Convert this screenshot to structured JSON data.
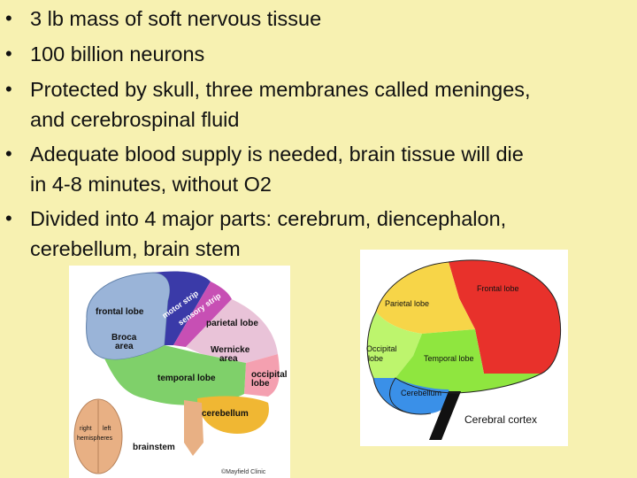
{
  "bullets": [
    {
      "lines": [
        "3 lb mass of soft nervous tissue"
      ]
    },
    {
      "lines": [
        "100 billion neurons"
      ]
    },
    {
      "lines": [
        "Protected by skull, three membranes called meninges,",
        "and cerebrospinal fluid"
      ]
    },
    {
      "lines": [
        "Adequate blood supply is needed, brain tissue will die",
        "in 4-8 minutes, without O2"
      ]
    },
    {
      "lines": [
        "Divided into 4 major parts: cerebrum, diencephalon,",
        "cerebellum, brain stem"
      ]
    }
  ],
  "bullet_symbol": "•",
  "figure_left": {
    "labels": {
      "frontal": "frontal lobe",
      "motor": "motor strip",
      "sensory": "sensory strip",
      "parietal": "parietal lobe",
      "broca": "Broca",
      "broca2": "area",
      "wernicke": "Wernicke",
      "wernicke2": "area",
      "occipital": "occipital",
      "occipital2": "lobe",
      "temporal": "temporal lobe",
      "cerebellum": "cerebellum",
      "brainstem": "brainstem",
      "right": "right",
      "left": "left",
      "hemispheres": "hemispheres",
      "credit": "©Mayfield Clinic"
    },
    "colors": {
      "frontal": "#9ab4d8",
      "motor": "#3a3aa8",
      "sensory": "#c74fb4",
      "parietal": "#e9c3d8",
      "temporal": "#7fd06a",
      "occipital": "#f4a0b0",
      "cerebellum": "#f0b733",
      "brainstem": "#e8b084"
    }
  },
  "figure_right": {
    "labels": {
      "frontal": "Frontal lobe",
      "parietal": "Parietal lobe",
      "occipital": "Occipital",
      "occipital2": "lobe",
      "temporal": "Temporal lobe",
      "cerebellum": "Cerebellum",
      "cortex": "Cerebral cortex"
    },
    "colors": {
      "frontal": "#e8312b",
      "parietal": "#f7d548",
      "occipital": "#bdf56d",
      "temporal": "#8fe63f",
      "cerebellum": "#3a90e8",
      "stem": "#111111"
    }
  }
}
